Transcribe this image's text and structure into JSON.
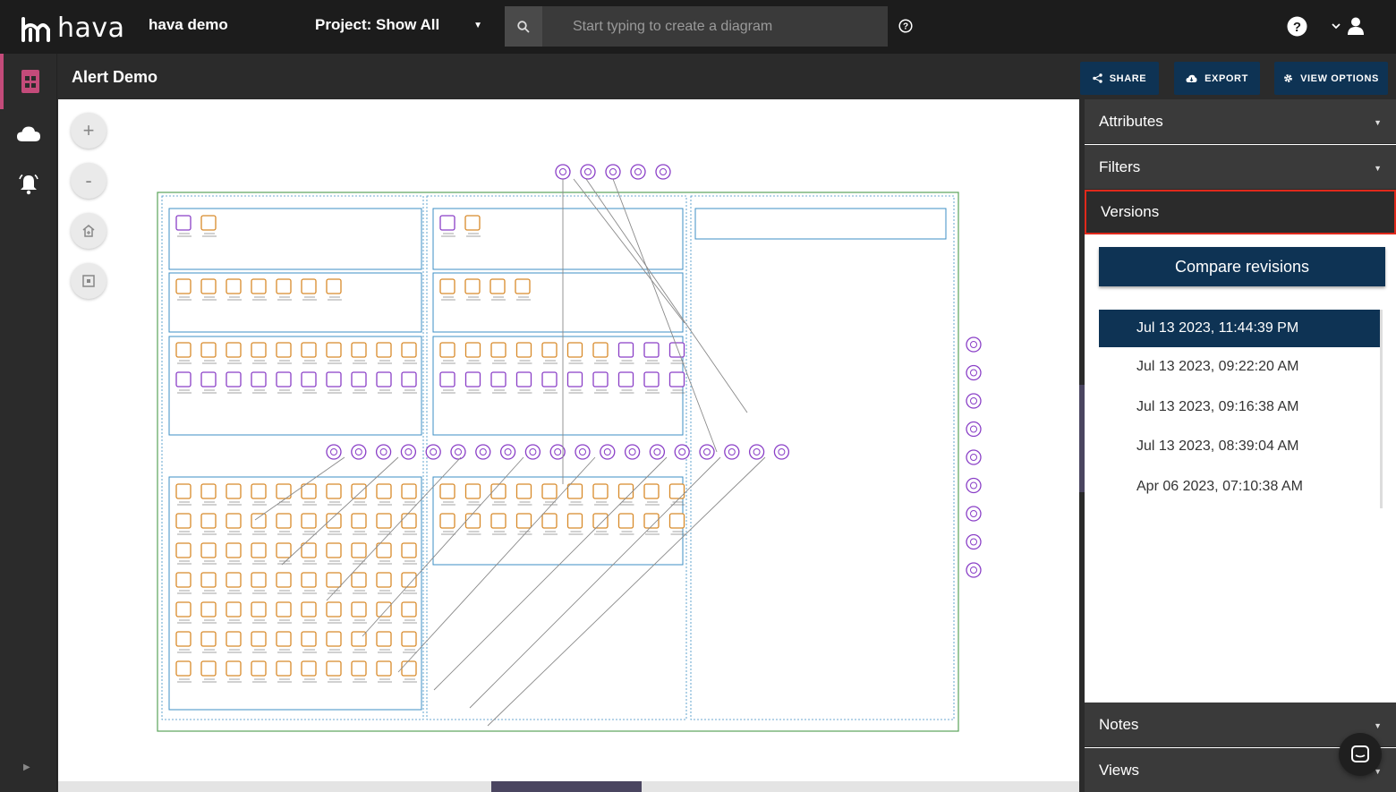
{
  "app": {
    "logo_text": "hava",
    "org_name": "hava demo",
    "project_selector": "Project: Show All",
    "search_placeholder": "Start typing to create a diagram"
  },
  "header": {
    "title": "Alert Demo",
    "buttons": {
      "share": "SHARE",
      "export": "EXPORT",
      "view_options": "VIEW OPTIONS"
    }
  },
  "rail": {
    "items": [
      "diagrams-icon",
      "cloud-icon",
      "alerts-icon"
    ]
  },
  "zoom": {
    "zoom_in": "+",
    "zoom_out": "-"
  },
  "panel": {
    "sections": {
      "attributes": "Attributes",
      "filters": "Filters",
      "versions": "Versions",
      "notes": "Notes",
      "views": "Views"
    },
    "compare_label": "Compare revisions",
    "versions": [
      "Jul 13 2023, 11:44:39 PM",
      "Jul 13 2023, 09:22:20 AM",
      "Jul 13 2023, 09:16:38 AM",
      "Jul 13 2023, 08:39:04 AM",
      "Apr 06 2023, 07:10:38 AM"
    ],
    "selected_version": 0
  },
  "colors": {
    "accent_navy": "#0e3354",
    "highlight_red": "#e0291b",
    "rail_active": "#c34b7a",
    "ec2_orange": "#d88a2a",
    "network_purple": "#8a3fc7",
    "vpc_green": "#5aa35a",
    "subnet_blue": "#3d8fc4"
  }
}
